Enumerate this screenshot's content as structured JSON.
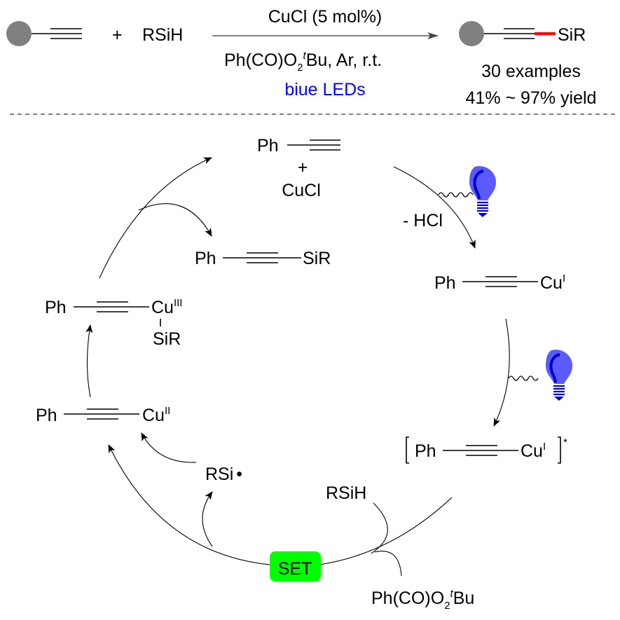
{
  "top_reaction": {
    "reactant_plus": "+",
    "reactant_2": "RSiH",
    "conditions_above": "CuCl (5 mol%)",
    "conditions_below_pre": "Ph(CO)O",
    "conditions_below_sub": "2",
    "conditions_below_sup": "t",
    "conditions_below_post": "Bu, Ar, r.t.",
    "conditions_light": "biue LEDs",
    "product_group": "SiR",
    "examples": "30 examples",
    "yield_range": "41% ~ 97% yield",
    "colors": {
      "substrate_ball": "#808080",
      "new_bond": "#ff0000",
      "light_text": "#0000ff"
    }
  },
  "cycle": {
    "start": {
      "ph": "Ph",
      "plus": "+",
      "catalyst": "CuCl"
    },
    "byproduct": "- HCl",
    "cu1_acetylide": {
      "ph": "Ph",
      "metal": "Cu",
      "ox": "I"
    },
    "excited": {
      "open_bracket": "[",
      "ph": "Ph",
      "metal": "Cu",
      "ox": "I",
      "close_bracket": "]",
      "star": "*"
    },
    "reagent_silane": "RSiH",
    "reagent_oxidant_pre": "Ph(CO)O",
    "reagent_oxidant_sub": "2",
    "reagent_oxidant_sup": "t",
    "reagent_oxidant_post": "Bu",
    "set_label": "SET",
    "silyl_radical": "RSi",
    "radical_dot": "•",
    "cu2_acetylide": {
      "ph": "Ph",
      "metal": "Cu",
      "ox": "II"
    },
    "cu3_complex": {
      "ph": "Ph",
      "metal": "Cu",
      "ox": "III",
      "ligand": "SiR"
    },
    "product": {
      "ph": "Ph",
      "group": "SiR"
    },
    "colors": {
      "bulb_fill": "#5a5aff",
      "bulb_dark": "#0000cc",
      "set_badge": "#00ff00"
    }
  }
}
